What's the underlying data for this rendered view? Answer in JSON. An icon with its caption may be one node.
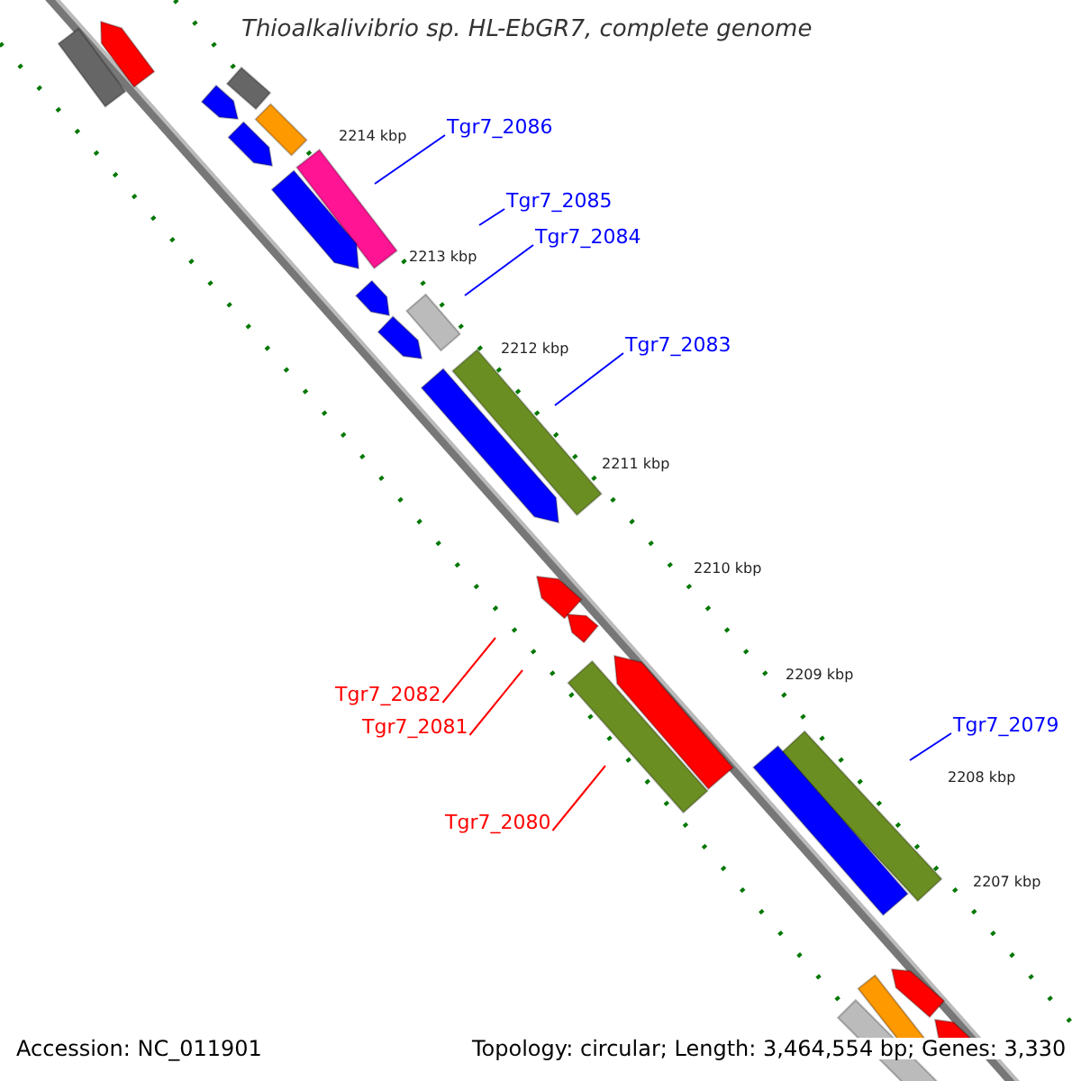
{
  "diagram": {
    "title": "Thioalkalivibrio sp. HL-EbGR7, complete genome",
    "nodes": [
      {
        "text": [
          "Tgr7_2086"
        ]
      },
      {
        "text": [
          "Tgr7_2085"
        ]
      },
      {
        "text": [
          "Tgr7_2084"
        ]
      },
      {
        "text": [
          "Tgr7_2083"
        ]
      },
      {
        "text": [
          "Tgr7_2082"
        ]
      },
      {
        "text": [
          "Tgr7_2081"
        ]
      },
      {
        "text": [
          "Tgr7_2080"
        ]
      },
      {
        "text": [
          "Tgr7_2079"
        ]
      }
    ],
    "edges": [
      {
        "from": 0,
        "to": null,
        "arrow": "none"
      },
      {
        "from": 1,
        "to": null,
        "arrow": "none"
      },
      {
        "from": 2,
        "to": null,
        "arrow": "none"
      },
      {
        "from": 3,
        "to": null,
        "arrow": "none"
      },
      {
        "from": 4,
        "to": null,
        "arrow": "none",
        "color": "#ff0000"
      },
      {
        "from": 5,
        "to": null,
        "arrow": "none",
        "color": "#ff0000"
      },
      {
        "from": 6,
        "to": null,
        "arrow": "none",
        "color": "#ff0000"
      },
      {
        "from": 7,
        "to": null,
        "arrow": "none"
      }
    ],
    "labels": [
      "2214 kbp",
      "2213 kbp",
      "2212 kbp",
      "2211 kbp",
      "2210 kbp",
      "2209 kbp",
      "2208 kbp",
      "2207 kbp",
      "Accession: NC_011901",
      "Topology: circular; Length: 3,464,554 bp; Genes: 3,330"
    ]
  }
}
